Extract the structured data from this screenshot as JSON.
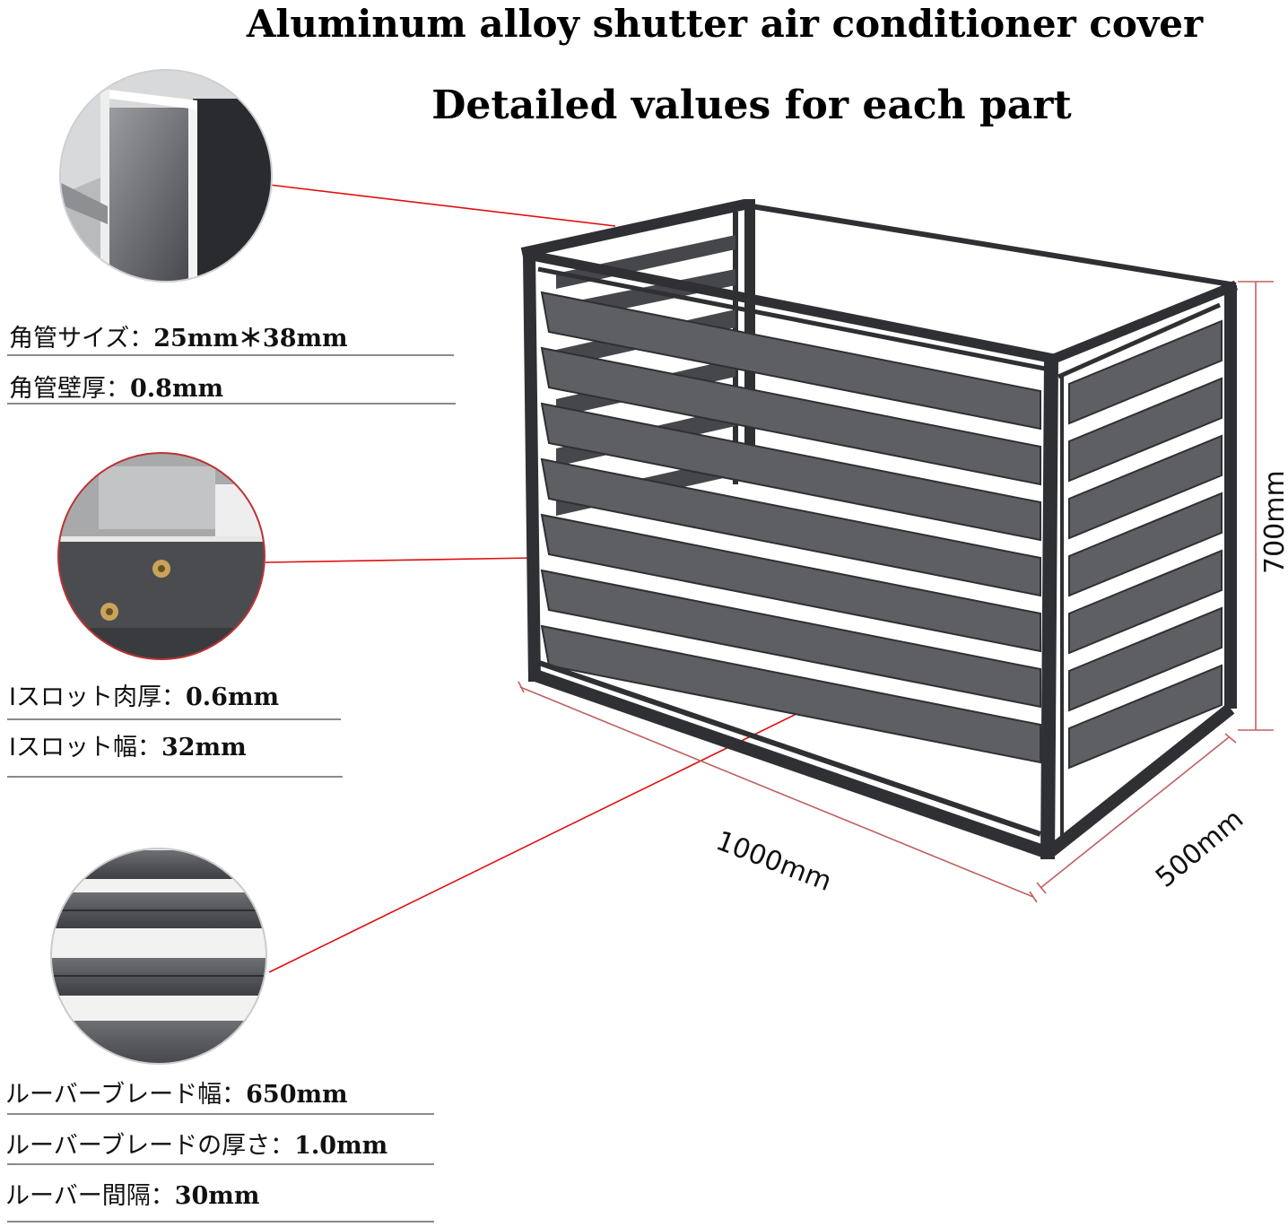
{
  "title": "Aluminum alloy shutter air conditioner cover",
  "subtitle": "Detailed values for each part",
  "specs": {
    "tube_size": {
      "label": "角管サイズ：",
      "value": "25mm＊38mm"
    },
    "tube_wall": {
      "label": "角管壁厚：",
      "value": "0.8mm"
    },
    "slot_thickness": {
      "label": "Iスロット肉厚：",
      "value": "0.6mm"
    },
    "slot_width": {
      "label": "Iスロット幅：",
      "value": "32mm"
    },
    "blade_width": {
      "label": "ルーバーブレード幅：",
      "value": "650mm"
    },
    "blade_thickness": {
      "label": "ルーバーブレードの厚さ：",
      "value": "1.0mm"
    },
    "louver_spacing": {
      "label": "ルーバー間隔：",
      "value": "30mm"
    }
  },
  "dimensions": {
    "width": "1000mm",
    "depth": "500mm",
    "height": "700mm"
  },
  "colors": {
    "frame": "#3a3a3c",
    "blade": "#5e5f63",
    "leader_line": "#e01010",
    "dimension_line": "#c06060"
  }
}
